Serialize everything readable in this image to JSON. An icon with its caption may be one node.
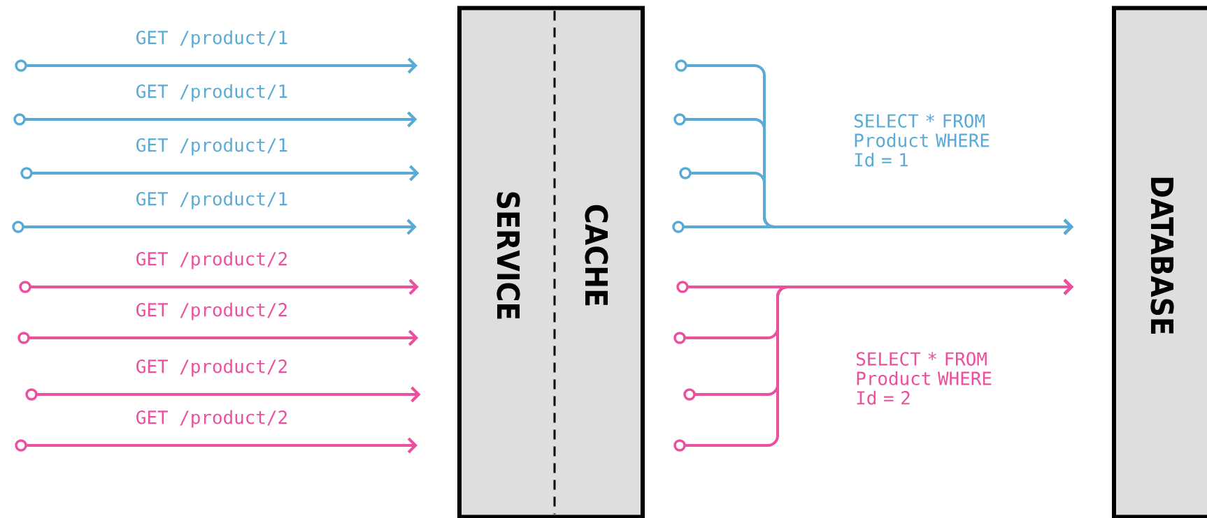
{
  "diagram": {
    "nodes": [
      {
        "text": [
          "SERVICE"
        ]
      },
      {
        "text": [
          "CACHE"
        ],
        "in": 0
      },
      {
        "text": [
          "DATABASE"
        ]
      },
      {
        "text": [],
        "shape": "circle"
      },
      {
        "text": [],
        "shape": "circle"
      },
      {
        "text": [],
        "shape": "circle"
      },
      {
        "text": [],
        "shape": "circle"
      },
      {
        "text": [],
        "shape": "circle"
      },
      {
        "text": [],
        "shape": "circle"
      },
      {
        "text": [],
        "shape": "circle"
      },
      {
        "text": [],
        "shape": "circle"
      },
      {
        "text": [],
        "shape": "circle"
      },
      {
        "text": [],
        "shape": "circle"
      },
      {
        "text": [],
        "shape": "circle"
      },
      {
        "text": [],
        "shape": "circle"
      },
      {
        "text": [],
        "shape": "circle"
      },
      {
        "text": [],
        "shape": "circle"
      },
      {
        "text": [],
        "shape": "circle"
      },
      {
        "text": [],
        "shape": "circle"
      }
    ],
    "edges": [
      {
        "from": 3,
        "to": 0,
        "arrow": "to",
        "label": "GET /product/1",
        "color": "#5aaad6"
      },
      {
        "from": 4,
        "to": 0,
        "arrow": "to",
        "label": "GET /product/1",
        "color": "#5aaad6"
      },
      {
        "from": 5,
        "to": 0,
        "arrow": "to",
        "label": "GET /product/1",
        "color": "#5aaad6"
      },
      {
        "from": 6,
        "to": 0,
        "arrow": "to",
        "label": "GET /product/1",
        "color": "#5aaad6"
      },
      {
        "from": 7,
        "to": 0,
        "arrow": "to",
        "label": "GET /product/2",
        "color": "#ec4f9d"
      },
      {
        "from": 8,
        "to": 0,
        "arrow": "to",
        "label": "GET /product/2",
        "color": "#ec4f9d"
      },
      {
        "from": 9,
        "to": 0,
        "arrow": "to",
        "label": "GET /product/2",
        "color": "#ec4f9d"
      },
      {
        "from": 10,
        "to": 0,
        "arrow": "to",
        "label": "GET /product/2",
        "color": "#ec4f9d"
      },
      {
        "from": 11,
        "to": 2,
        "arrow": "to",
        "color": "#5aaad6"
      },
      {
        "from": 12,
        "to": 2,
        "arrow": "to",
        "color": "#5aaad6"
      },
      {
        "from": 13,
        "to": 2,
        "arrow": "to",
        "color": "#5aaad6"
      },
      {
        "from": 14,
        "to": 2,
        "arrow": "to",
        "label": "SELECT * FROM Product WHERE Id = 1",
        "color": "#5aaad6"
      },
      {
        "from": 15,
        "to": 2,
        "arrow": "to",
        "label": "SELECT * FROM Product WHERE Id = 2",
        "color": "#ec4f9d"
      },
      {
        "from": 16,
        "to": 2,
        "arrow": "to",
        "color": "#ec4f9d"
      },
      {
        "from": 17,
        "to": 2,
        "arrow": "to",
        "color": "#ec4f9d"
      },
      {
        "from": 18,
        "to": 2,
        "arrow": "to",
        "color": "#ec4f9d"
      }
    ]
  }
}
